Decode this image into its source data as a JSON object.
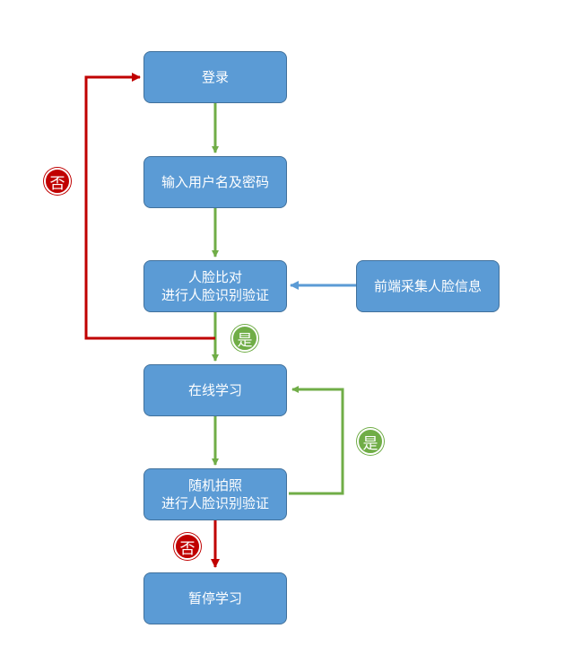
{
  "nodes": {
    "login": "登录",
    "input_credentials": "输入用户名及密码",
    "face_compare_line1": "人脸比对",
    "face_compare_line2": "进行人脸识别验证",
    "frontend_capture": "前端采集人脸信息",
    "online_study": "在线学习",
    "random_photo_line1": "随机拍照",
    "random_photo_line2": "进行人脸识别验证",
    "pause_study": "暂停学习"
  },
  "badges": {
    "no_login_loop": "否",
    "yes_face_compare": "是",
    "yes_study_loop": "是",
    "no_pause": "否"
  },
  "colors": {
    "node_fill": "#5b9bd5",
    "node_border": "#41719c",
    "arrow_green": "#70ad47",
    "arrow_red": "#c00000",
    "arrow_blue": "#5b9bd5"
  }
}
